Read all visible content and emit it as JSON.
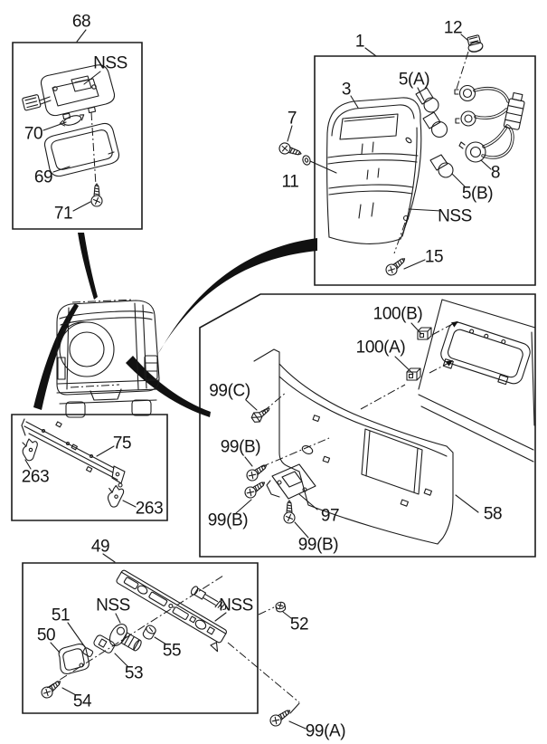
{
  "diagram": {
    "kind": "exploded-parts-diagram",
    "subject": "rear lamps, back panel trim and license plate lamp",
    "line_color": "#1b1b1b",
    "background": "#ffffff"
  },
  "sections": {
    "room_lamp_box": {
      "number": "68",
      "not_serviced": "NSS",
      "bulb": "70",
      "lens": "69",
      "screw": "71"
    },
    "tail_lamp_box": {
      "number": "1",
      "socket": "12",
      "bulb_a": "5(A)",
      "lens": "3",
      "screw_front": "7",
      "washer": "11",
      "harness": "8",
      "bulb_b": "5(B)",
      "not_serviced": "NSS",
      "screw_lower": "15"
    },
    "rear_rail_box": {
      "rail": "75",
      "clip_left": "263",
      "clip_right": "263"
    },
    "back_panel_box": {
      "clip_upper": "100(B)",
      "clip_lower": "100(A)",
      "screw_c": "99(C)",
      "screw_b_upper": "99(B)",
      "screw_b_lower": "99(B)",
      "striker": "97",
      "screw_b_bottom": "99(B)",
      "trim_panel": "58"
    },
    "license_lamp_box": {
      "number": "49",
      "not_serviced_left": "NSS",
      "not_serviced_right": "NSS",
      "packing": "51",
      "lens": "50",
      "nut": "55",
      "gasket": "53",
      "screw": "54",
      "nut_outer": "52",
      "screw_outer": "99(A)"
    }
  }
}
